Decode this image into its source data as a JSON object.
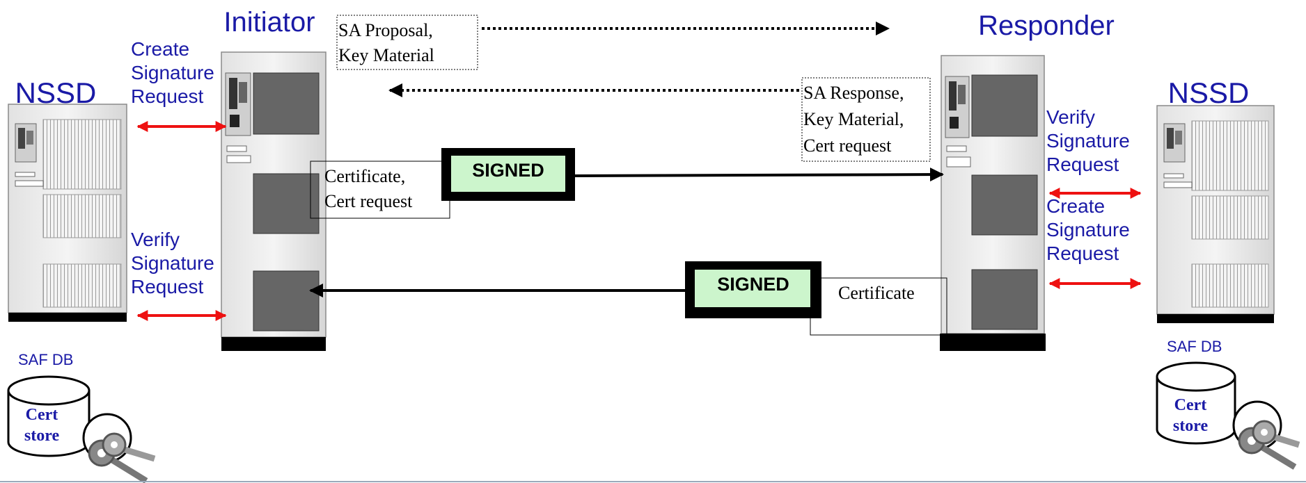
{
  "initiator": {
    "title": "Initiator"
  },
  "responder": {
    "title": "Responder"
  },
  "left_nssd": {
    "title": "NSSD",
    "create_label": [
      "Create",
      "Signature",
      "Request"
    ],
    "verify_label": [
      "Verify",
      "Signature",
      "Request"
    ],
    "db_label": "SAF DB",
    "store_label": [
      "Cert",
      "store"
    ]
  },
  "right_nssd": {
    "title": "NSSD",
    "verify_label": [
      "Verify",
      "Signature",
      "Request"
    ],
    "create_label": [
      "Create",
      "Signature",
      "Request"
    ],
    "db_label": "SAF DB",
    "store_label": [
      "Cert",
      "store"
    ]
  },
  "messages": {
    "sa_proposal": [
      "SA Proposal,",
      "Key Material"
    ],
    "sa_response": [
      "SA Response,",
      "Key Material,",
      "Cert request"
    ],
    "initiator_payload": [
      "Certificate,",
      "Cert request"
    ],
    "responder_payload": "Certificate",
    "signed_label_1": "SIGNED",
    "signed_label_2": "SIGNED"
  },
  "colors": {
    "label_blue": "#1a1aa6",
    "arrow_red": "#ee1111",
    "signed_fill": "#ccf5cc",
    "screen_gray": "#666666"
  }
}
